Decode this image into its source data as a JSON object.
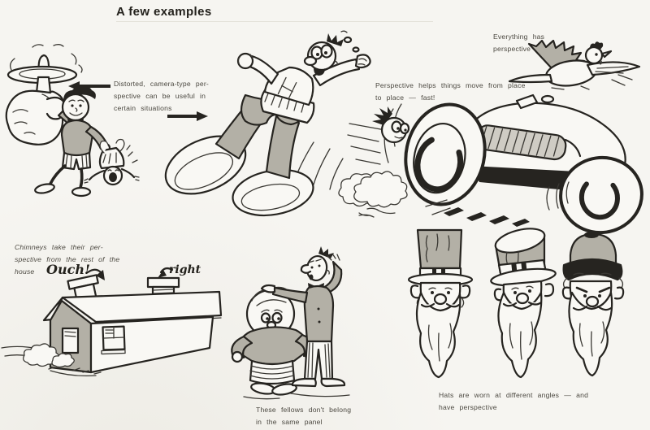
{
  "page": {
    "title": "A few examples",
    "paper_color": "#f6f5f1",
    "ink_color": "#262420",
    "halftone_gray": "#b3b0a6"
  },
  "captions": {
    "distorted": "Distorted, camera-type per-\nspective can be useful in\ncertain situations",
    "everything": "Everything has\nperspective",
    "move_fast": "Perspective helps things move from place\nto place — fast!",
    "chimneys": "Chimneys take their per-\nspective from the rest of the\nhouse",
    "ouch": "Ouch!",
    "right": "right",
    "fellows": "These fellows don't belong\nin the same panel",
    "hats": "Hats are worn at different angles — and\nhave perspective"
  },
  "illustrations": [
    "spinning-finger-boy-with-baby",
    "leaping-man-big-feet",
    "flying-bird",
    "speeding-race-car",
    "house-with-two-chimneys",
    "short-and-tall-fellows",
    "three-bearded-men-with-hats"
  ]
}
